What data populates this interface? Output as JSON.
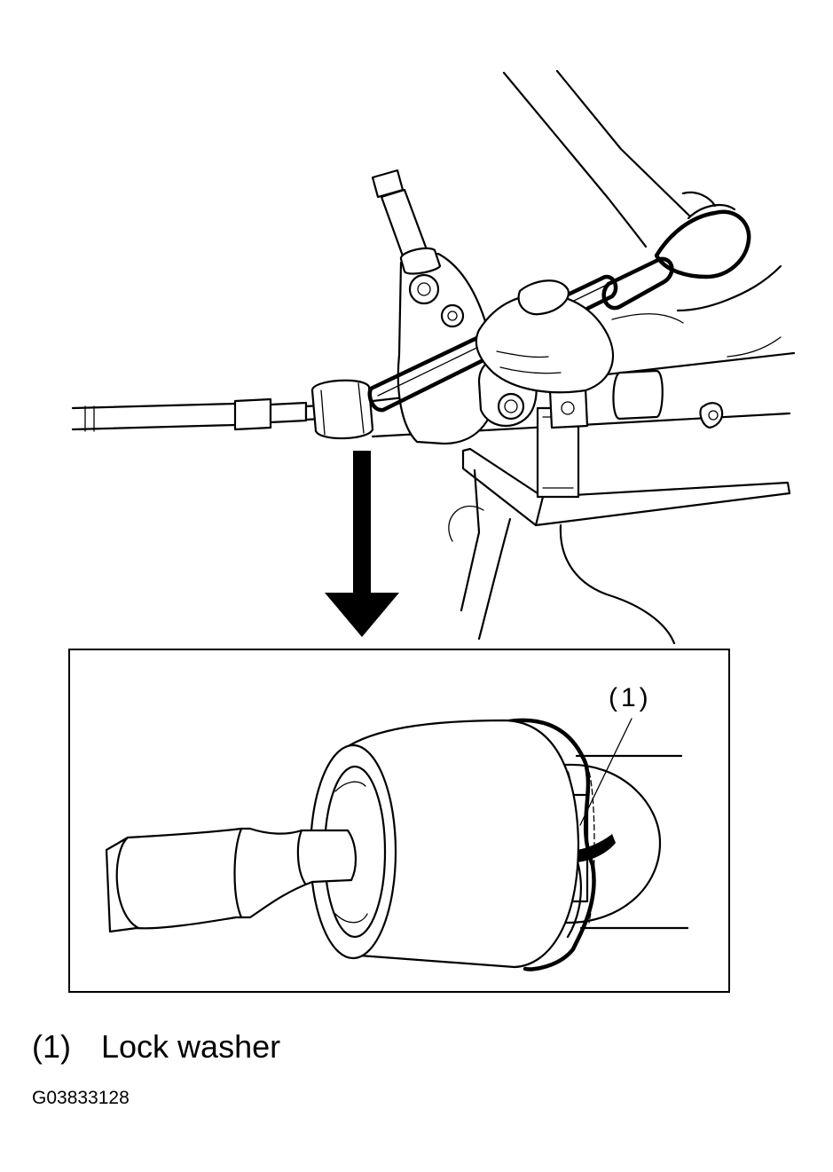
{
  "callout": {
    "number": "(1)"
  },
  "legend": [
    {
      "number": "(1)",
      "label": "Lock washer"
    }
  ],
  "figure_code": "G03833128"
}
